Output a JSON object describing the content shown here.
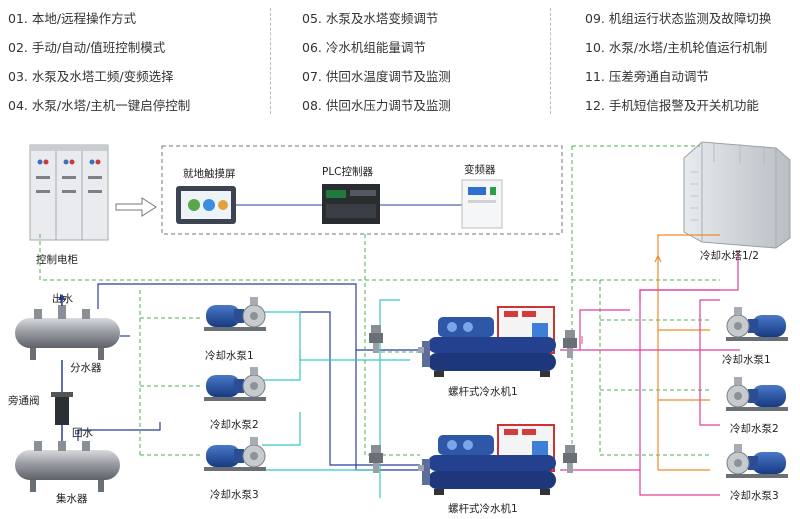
{
  "features": [
    {
      "num": "01.",
      "text": "本地/远程操作方式"
    },
    {
      "num": "02.",
      "text": "手动/自动/值班控制模式"
    },
    {
      "num": "03.",
      "text": "水泵及水塔工频/变频选择"
    },
    {
      "num": "04.",
      "text": "水泵/水塔/主机一键启停控制"
    },
    {
      "num": "05.",
      "text": "水泵及水塔变频调节"
    },
    {
      "num": "06.",
      "text": "冷水机组能量调节"
    },
    {
      "num": "07.",
      "text": "供回水温度调节及监测"
    },
    {
      "num": "08.",
      "text": "供回水压力调节及监测"
    },
    {
      "num": "09.",
      "text": "机组运行状态监测及故障切换"
    },
    {
      "num": "10.",
      "text": "水泵/水塔/主机轮值运行机制"
    },
    {
      "num": "11.",
      "text": "压差旁通自动调节"
    },
    {
      "num": "12.",
      "text": "手机短信报警及开关机功能"
    }
  ],
  "labels": {
    "control_cabinet": "控制电柜",
    "touchscreen": "就地触摸屏",
    "plc": "PLC控制器",
    "inverter": "变频器",
    "cooling_tower": "冷却水塔1/2",
    "water_outlet": "出水",
    "distributor": "分水器",
    "bypass_valve": "旁通阀",
    "water_return": "回水",
    "collector": "集水器",
    "left_pumps": [
      "冷却水泵1",
      "冷却水泵2",
      "冷却水泵3"
    ],
    "right_pumps": [
      "冷却水泵1",
      "冷却水泵2",
      "冷却水泵3"
    ],
    "chillers": [
      "螺杆式冷水机1",
      "螺杆式冷水机1"
    ]
  },
  "colors": {
    "supply_blue": "#2b3f9e",
    "cyan_pipe": "#39c6c8",
    "orange_pipe": "#f08a2a",
    "magenta_pipe": "#e0409a",
    "signal_green": "#4caf50",
    "pump_blue": "#1f4e9e",
    "chiller_frame": "#2d3f8c",
    "chiller_panel": "#d23c3c"
  }
}
